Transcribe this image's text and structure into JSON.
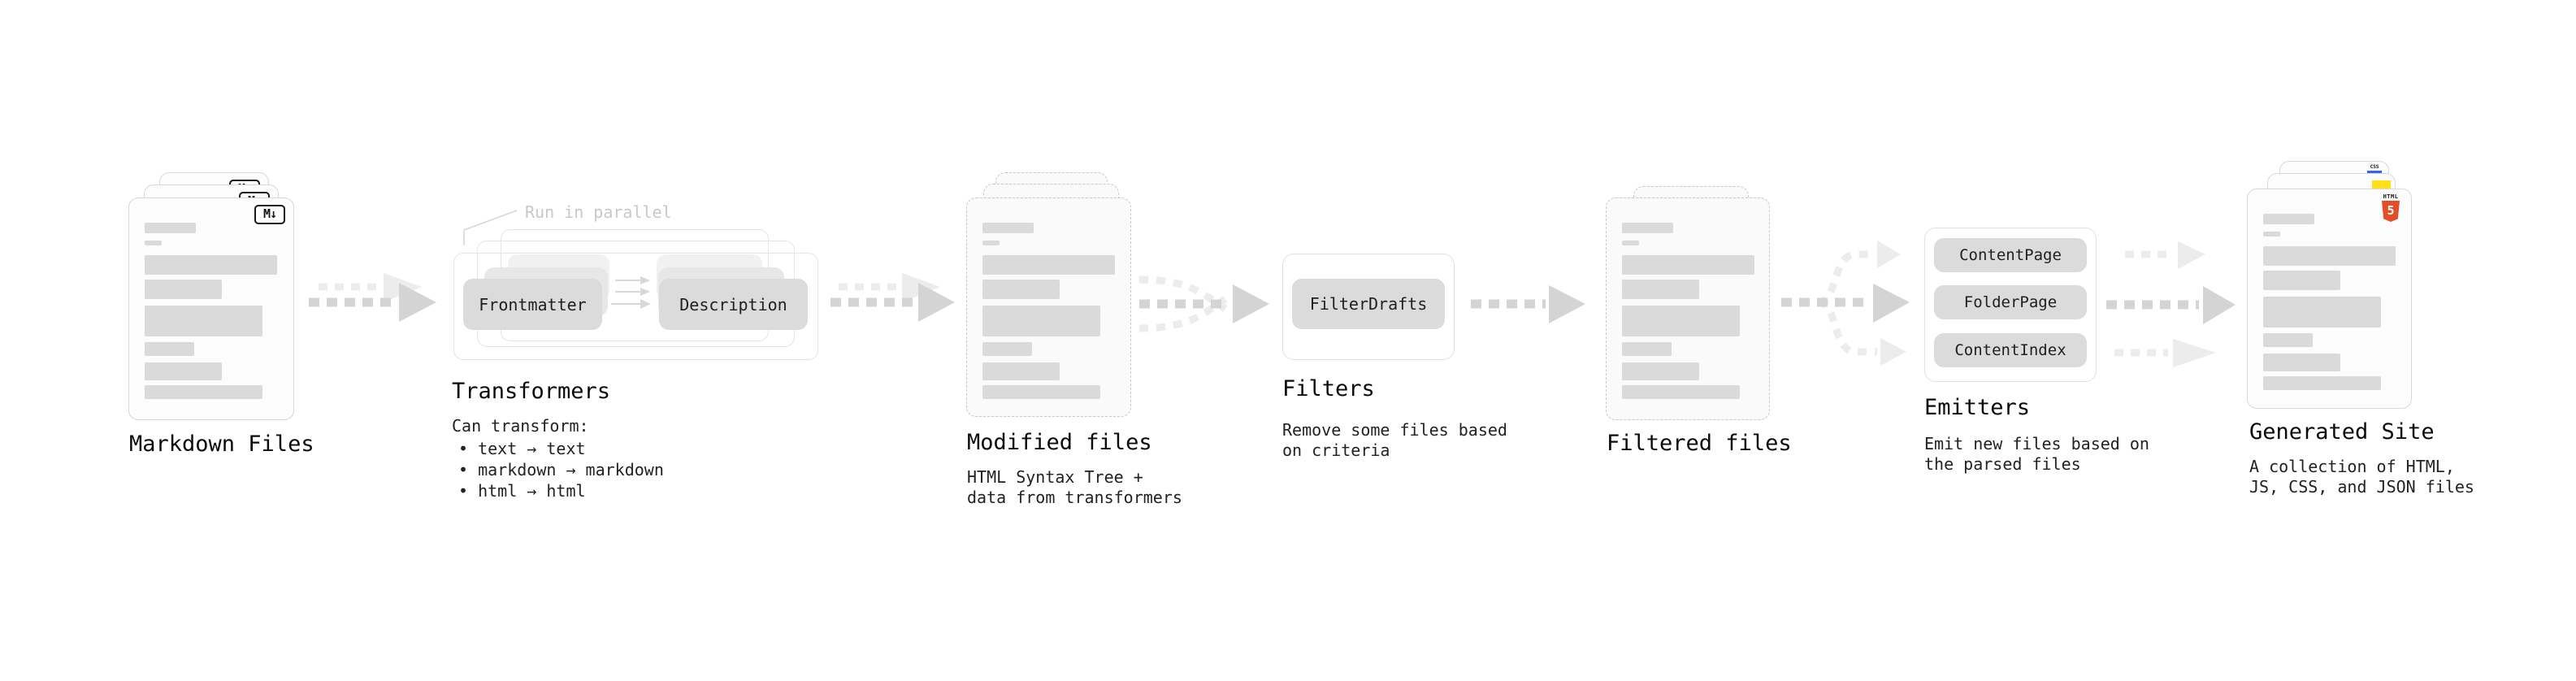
{
  "stages": {
    "markdown": {
      "title": "Markdown Files",
      "badge": "M↓",
      "icon": "markdown-icon"
    },
    "transformers": {
      "title": "Transformers",
      "annotation": "Run in parallel",
      "pills": [
        "Frontmatter",
        "Description"
      ],
      "caption": "Can transform:",
      "bullets": [
        "• text → text",
        "• markdown → markdown",
        "• html → html"
      ]
    },
    "modified": {
      "title": "Modified files",
      "caption_lines": [
        "HTML Syntax Tree +",
        "data from transformers"
      ]
    },
    "filters": {
      "title": "Filters",
      "pills": [
        "FilterDrafts"
      ],
      "caption_lines": [
        "Remove some files based",
        "on criteria"
      ]
    },
    "filtered": {
      "title": "Filtered files"
    },
    "emitters": {
      "title": "Emitters",
      "pills": [
        "ContentPage",
        "FolderPage",
        "ContentIndex"
      ],
      "caption_lines": [
        "Emit new files based on",
        "the parsed files"
      ]
    },
    "generated": {
      "title": "Generated Site",
      "caption_lines": [
        "A collection of HTML,",
        "JS, CSS, and JSON files"
      ],
      "html_label": "HTML",
      "html_badge": "5",
      "css_label": "CSS",
      "icons": [
        "html5-icon",
        "javascript-icon",
        "css-icon"
      ]
    }
  },
  "colors": {
    "flow_medium": "#d4d4d4",
    "flow_light": "#ececec",
    "pill_bg": "#dbdbdb",
    "bar_bg": "#dadada",
    "html5_orange": "#e44d26",
    "css_blue": "#2b66f6",
    "js_yellow": "#ffe01a"
  }
}
